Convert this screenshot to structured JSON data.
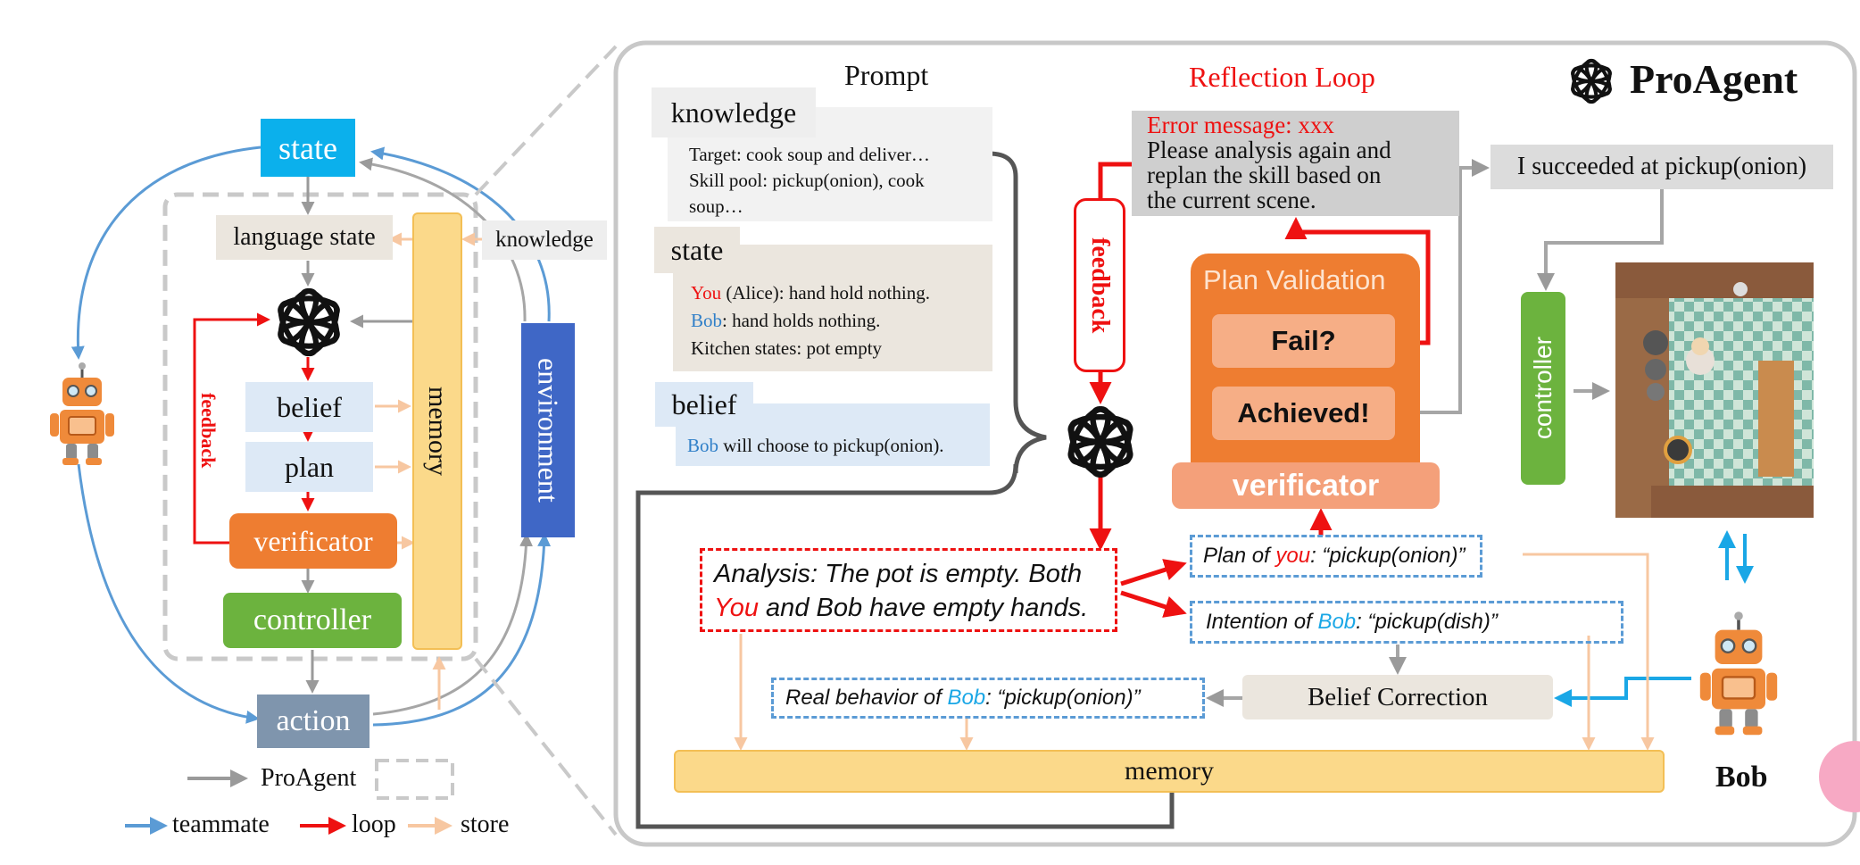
{
  "left": {
    "state": "state",
    "language_state": "language state",
    "knowledge": "knowledge",
    "memory": "memory",
    "environment": "environment",
    "belief": "belief",
    "plan": "plan",
    "verificator": "verificator",
    "controller": "controller",
    "action": "action",
    "feedback": "feedback"
  },
  "legend": {
    "proagent": "ProAgent",
    "teammate": "teammate",
    "loop": "loop",
    "store": "store"
  },
  "prompt": {
    "title": "Prompt",
    "knowledge_label": "knowledge",
    "knowledge_lines": [
      "Target: cook soup and deliver…",
      "Skill pool: pickup(onion), cook",
      "soup…"
    ],
    "state_label": "state",
    "state_you": "You",
    "state_line1_rest": " (Alice): hand hold nothing.",
    "state_bob": "Bob",
    "state_line2_rest": ": hand holds nothing.",
    "state_line3": "Kitchen states: pot empty",
    "belief_label": "belief",
    "belief_bob": "Bob",
    "belief_rest": " will choose to pickup(onion)."
  },
  "reflection": {
    "title": "Reflection Loop",
    "error": "Error message: xxx",
    "message_lines": [
      "Please analysis again and",
      "replan the skill based on",
      "the current scene."
    ],
    "feedback": "feedback",
    "plan_validation": "Plan Validation",
    "fail": "Fail?",
    "achieved": "Achieved!",
    "verificator": "verificator"
  },
  "brand": {
    "name": "ProAgent"
  },
  "right": {
    "success": "I succeeded at pickup(onion)",
    "controller": "controller",
    "bob": "Bob"
  },
  "analysis": {
    "line1": "Analysis: The pot is empty. Both",
    "you": "You",
    "line2_rest": " and Bob have empty hands."
  },
  "plan_of": {
    "prefix": "Plan of ",
    "you": "you",
    "suffix": ": “pickup(onion)”"
  },
  "intention": {
    "prefix": "Intention of ",
    "bob": "Bob",
    "suffix": ": “pickup(dish)”"
  },
  "real_behavior": {
    "prefix": "Real behavior of ",
    "bob": "Bob",
    "suffix": ": “pickup(onion)”"
  },
  "belief_correction": "Belief Correction",
  "memory_bar": "memory",
  "colors": {
    "state_blue": "#0bb0ec",
    "memory_yellow": "#fbd98a",
    "env_blue": "#3f67c6",
    "verificator_orange": "#ee7d31",
    "controller_green": "#6cb33e",
    "action_gray": "#7f95ad",
    "belief_blue": "#dde9f6",
    "language_gray": "#ebe6de",
    "loop_red": "#ee1111",
    "teammate_blue": "#5b9bd5",
    "store_peach": "#f7c7a1"
  }
}
